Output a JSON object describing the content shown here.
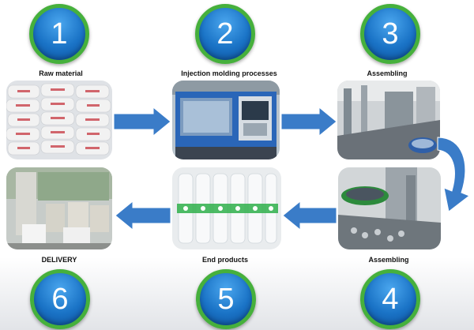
{
  "steps": [
    {
      "number": "1",
      "label": "Raw material"
    },
    {
      "number": "2",
      "label": "Injection molding processes"
    },
    {
      "number": "3",
      "label": "Assembling"
    },
    {
      "number": "4",
      "label": "Assembling"
    },
    {
      "number": "5",
      "label": "End products"
    },
    {
      "number": "6",
      "label": "DELIVERY"
    }
  ],
  "colors": {
    "circle_fill": "#1a73c6",
    "circle_ring": "#46b03c",
    "arrow_fill": "#3a7cc8"
  }
}
